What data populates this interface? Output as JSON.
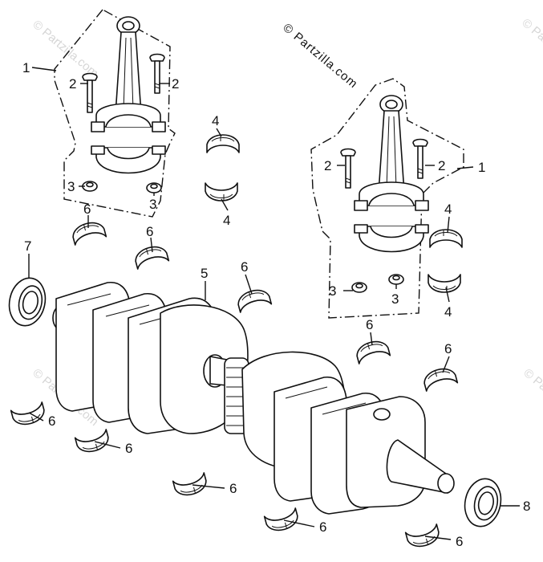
{
  "watermark": {
    "main": "© Partzilla.com",
    "faint": "© Partzilla.com"
  },
  "callouts": {
    "rod_left": "1",
    "rod_right": "1",
    "bolt_ll": "2",
    "bolt_lr": "2",
    "bolt_rl": "2",
    "bolt_rr": "2",
    "nut_ll": "3",
    "nut_lr": "3",
    "nut_rl": "3",
    "nut_rr": "3",
    "rod_brg_lt": "4",
    "rod_brg_lb": "4",
    "rod_brg_rt": "4",
    "rod_brg_rb": "4",
    "crankshaft": "5",
    "main_brg_1": "6",
    "main_brg_2": "6",
    "main_brg_3": "6",
    "main_brg_4": "6",
    "main_brg_5": "6",
    "main_brg_6": "6",
    "main_brg_7": "6",
    "main_brg_8": "6",
    "main_brg_9": "6",
    "main_brg_10": "6",
    "seal_left": "7",
    "seal_right": "8"
  }
}
